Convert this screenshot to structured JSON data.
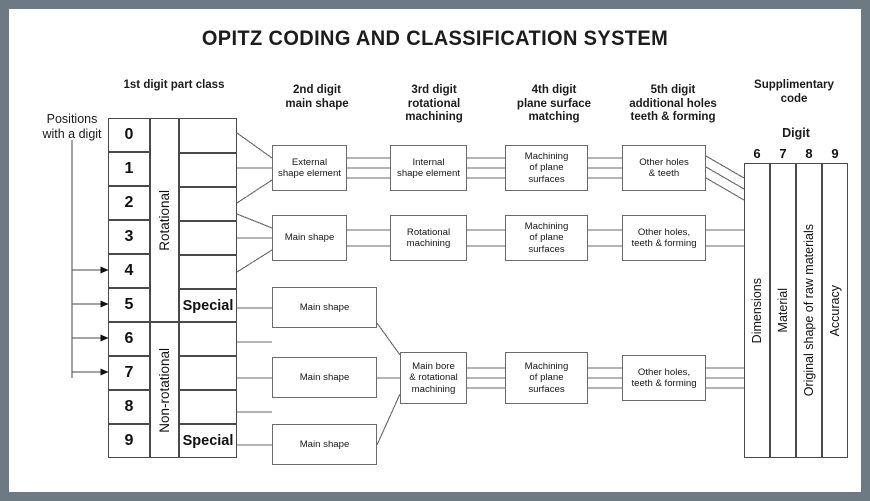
{
  "title": "OPITZ CODING AND CLASSIFICATION SYSTEM",
  "frame_color": "#6d7a83",
  "line_color": "#6a6a6a",
  "positions_label": "Positions\nwith a digit",
  "column_headers": {
    "first": "1st digit part class",
    "second": "2nd digit\nmain shape",
    "third": "3rd digit\nrotational\nmachining",
    "fourth": "4th digit\nplane surface\nmatching",
    "fifth": "5th digit\nadditional holes\nteeth & forming",
    "supplementary": "Supplimentary\ncode"
  },
  "digit_column": {
    "digits": [
      "0",
      "1",
      "2",
      "3",
      "4",
      "5",
      "6",
      "7",
      "8",
      "9"
    ],
    "arrow_rows": [
      4,
      5,
      6,
      7
    ]
  },
  "class_groups": [
    {
      "label": "Rotational",
      "start": 0,
      "span": 6
    },
    {
      "label": "Non-rotational",
      "start": 6,
      "span": 4
    }
  ],
  "subclass_column": {
    "special_rows": [
      5,
      9
    ],
    "special_label": "Special"
  },
  "flow_rows": [
    {
      "id": "row-rotational-external",
      "boxes": [
        {
          "name": "external-shape-element",
          "label": "External\nshape element"
        },
        {
          "name": "internal-shape-element",
          "label": "Internal\nshape element"
        },
        {
          "name": "machining-of-plane-surfaces",
          "label": "Machining\nof plane\nsurfaces"
        },
        {
          "name": "other-holes-and-teeth",
          "label": "Other holes\n& teeth"
        }
      ],
      "connector_lines": 3
    },
    {
      "id": "row-rotational-main-shape",
      "boxes": [
        {
          "name": "main-shape",
          "label": "Main shape"
        },
        {
          "name": "rotational-machining",
          "label": "Rotational\nmachining"
        },
        {
          "name": "machining-of-plane-surfaces",
          "label": "Machining\nof plane\nsurfaces"
        },
        {
          "name": "other-holes-teeth-and-forming",
          "label": "Other holes,\nteeth & forming"
        }
      ],
      "connector_lines": 2
    },
    {
      "id": "row-nonrotational",
      "fan_in_boxes": [
        {
          "name": "main-shape",
          "label": "Main shape"
        },
        {
          "name": "main-shape",
          "label": "Main shape"
        },
        {
          "name": "main-shape",
          "label": "Main shape"
        }
      ],
      "boxes": [
        {
          "name": "main-bore-and-rotational-machining",
          "label": "Main bore\n& rotational\nmachining"
        },
        {
          "name": "machining-of-plane-surfaces",
          "label": "Machining\nof plane\nsurfaces"
        },
        {
          "name": "other-holes-teeth-and-forming",
          "label": "Other holes,\nteeth & forming"
        }
      ],
      "connector_lines": 3
    }
  ],
  "supplementary": {
    "digit_heading": "Digit",
    "digits": [
      "6",
      "7",
      "8",
      "9"
    ],
    "columns": [
      {
        "digit": "6",
        "label": "Dimensions"
      },
      {
        "digit": "7",
        "label": "Material"
      },
      {
        "digit": "8",
        "label": "Original shape of raw materials"
      },
      {
        "digit": "9",
        "label": "Accuracy"
      }
    ]
  }
}
